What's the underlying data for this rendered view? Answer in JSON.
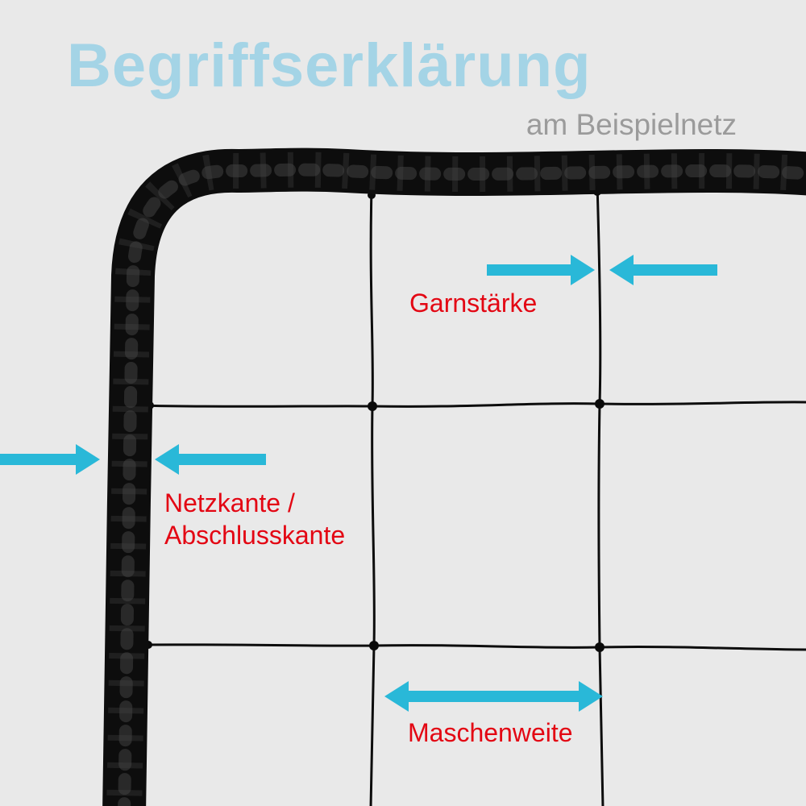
{
  "header": {
    "title": "Begriffserklärung",
    "subtitle": "am Beispielnetz"
  },
  "labels": {
    "garnstaerke": "Garnstärke",
    "netzkante_line1": "Netzkante /",
    "netzkante_line2": "Abschlusskante",
    "maschenweite": "Maschenweite"
  },
  "colors": {
    "background": "#e9e9e9",
    "title_blue": "#a4d4e6",
    "subtitle_gray": "#9b9b9b",
    "label_red": "#e30613",
    "arrow_cyan": "#29b8d8",
    "net_black": "#0d0d0d"
  },
  "diagram": {
    "description": "Corner of an example net: thick black border rope (top and left), thin mesh strands, cyan dimension arrows marking yarn thickness, net edge and mesh width"
  }
}
